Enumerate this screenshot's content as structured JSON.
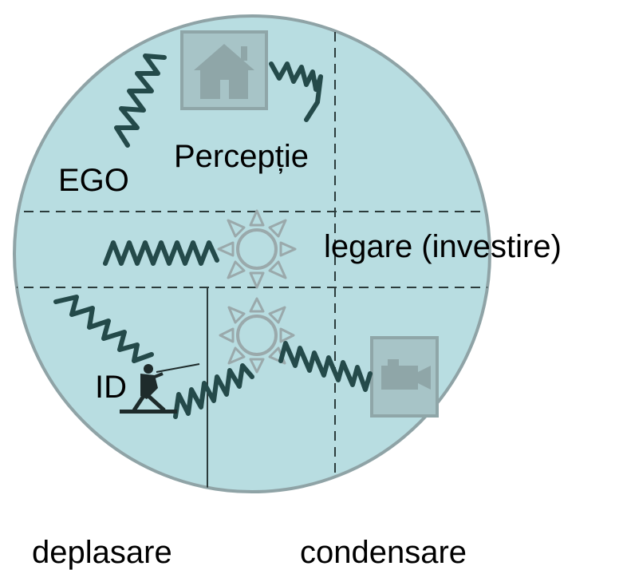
{
  "labels": {
    "perceptie": "Percepție",
    "ego": "EGO",
    "legare": "legare (investire)",
    "id": "ID",
    "deplasare": "deplasare",
    "condensare": "condensare"
  },
  "icons": {
    "house": "house-icon",
    "camera": "video-camera-icon",
    "sun_upper": "sun-icon",
    "sun_lower": "sun-icon",
    "fencer": "fencer-icon"
  },
  "colors": {
    "circle_fill": "#b8dde1",
    "circle_stroke": "#8fa3a6",
    "wave": "#244a4a",
    "dashed_line": "#2b3b3b",
    "icon_gray": "#8fa6a8",
    "icon_box_fill": "#a7c4c7"
  }
}
